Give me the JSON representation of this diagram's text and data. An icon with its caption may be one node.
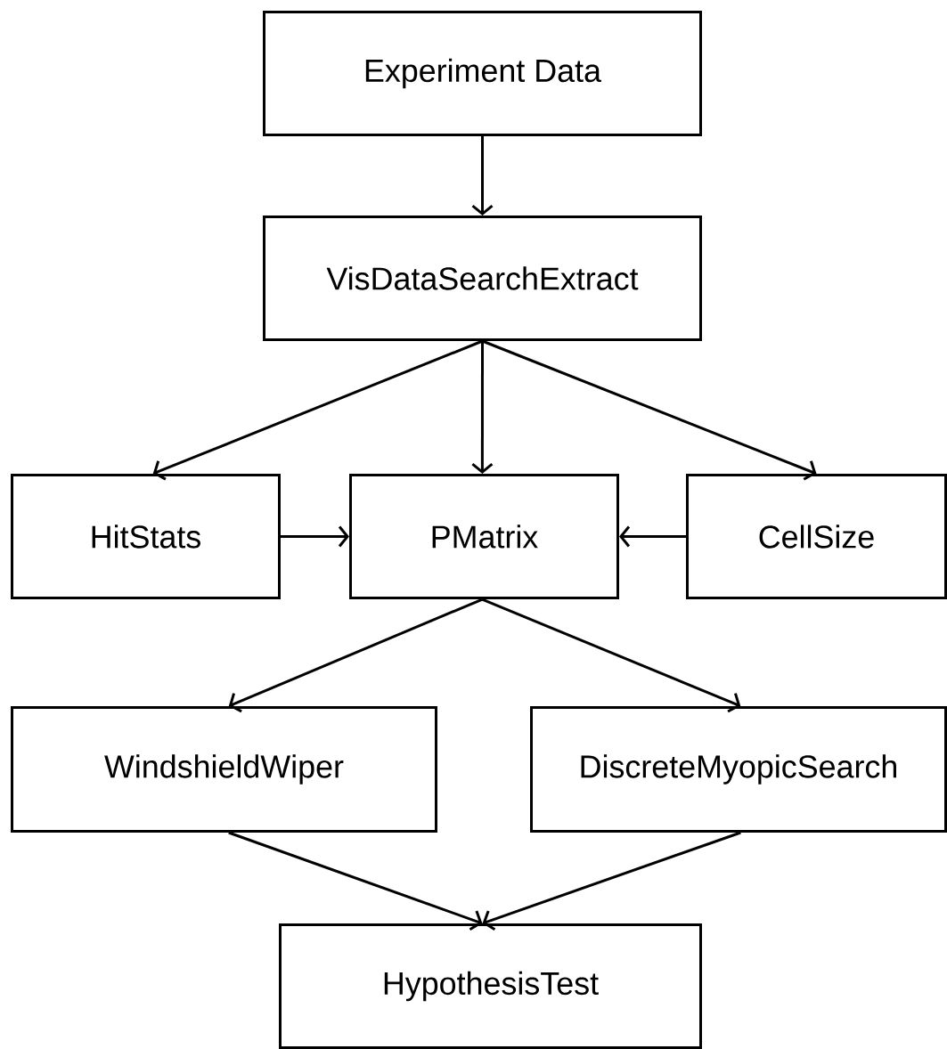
{
  "diagram": {
    "nodes": [
      {
        "text": [
          "Experiment Data"
        ]
      },
      {
        "text": [
          "VisDataSearchExtract"
        ]
      },
      {
        "text": [
          "HitStats"
        ]
      },
      {
        "text": [
          "PMatrix"
        ]
      },
      {
        "text": [
          "CellSize"
        ]
      },
      {
        "text": [
          "WindshieldWiper"
        ]
      },
      {
        "text": [
          "DiscreteMyopicSearch"
        ]
      },
      {
        "text": [
          "HypothesisTest"
        ]
      }
    ],
    "edges": [
      {
        "from": 0,
        "to": 1,
        "arrow": "to"
      },
      {
        "from": 1,
        "to": 2,
        "arrow": "to"
      },
      {
        "from": 1,
        "to": 3,
        "arrow": "to"
      },
      {
        "from": 1,
        "to": 4,
        "arrow": "to"
      },
      {
        "from": 2,
        "to": 3,
        "arrow": "to"
      },
      {
        "from": 4,
        "to": 3,
        "arrow": "to"
      },
      {
        "from": 3,
        "to": 5,
        "arrow": "to"
      },
      {
        "from": 3,
        "to": 6,
        "arrow": "to"
      },
      {
        "from": 5,
        "to": 7,
        "arrow": "to"
      },
      {
        "from": 6,
        "to": 7,
        "arrow": "to"
      }
    ]
  }
}
